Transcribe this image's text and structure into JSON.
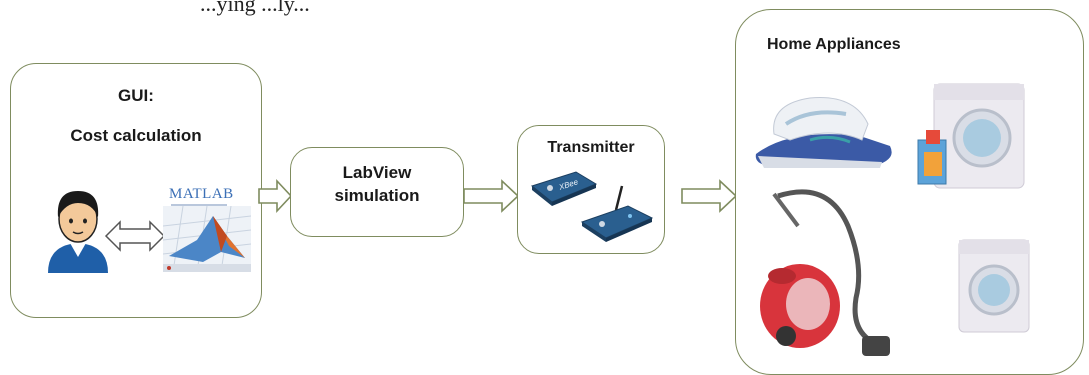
{
  "caption_fragment": "...ying ...ly...",
  "gui_box": {
    "title": "GUI:",
    "subtitle": "Cost calculation",
    "matlab_logo": "MATLAB"
  },
  "labview_box": {
    "line1": "LabView",
    "line2": "simulation"
  },
  "transmitter_box": {
    "title": "Transmitter",
    "module_text": "XBee"
  },
  "appliances_box": {
    "title": "Home Appliances",
    "items": [
      "iron-icon",
      "washing-machine-icon",
      "vacuum-cleaner-icon",
      "washing-machine-icon"
    ]
  },
  "colors": {
    "box_border": "#7f8c5f",
    "arrow_fill": "#ffffff",
    "arrow_stroke": "#7f8c5f",
    "person_shirt": "#1f5fa8",
    "xbee_blue": "#2a5f8f",
    "vacuum_red": "#d8343c"
  }
}
